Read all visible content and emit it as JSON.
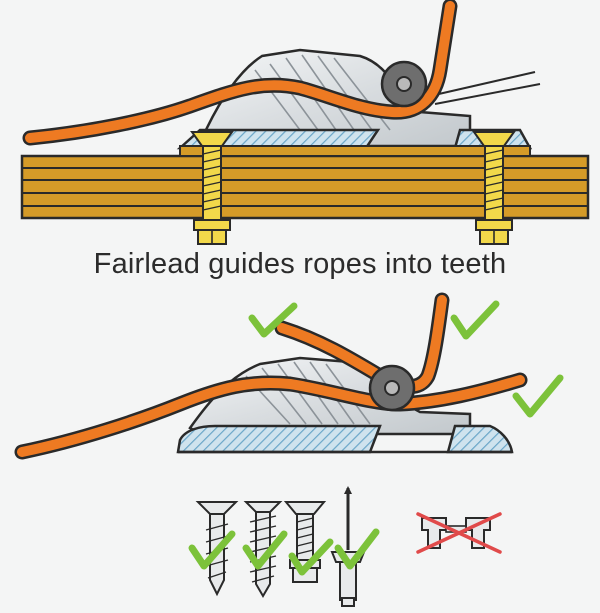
{
  "caption": "Fairlead guides ropes into teeth",
  "colors": {
    "background": "#f4f5f5",
    "rope": "#ee7a22",
    "wood": "#d59b28",
    "brass": "#e8c93b",
    "hatch": "#9cc6dc",
    "check": "#7cc23a",
    "cross": "#e04a4a",
    "outline": "#2a2a2a"
  },
  "icons": [
    "wood-screw-icon",
    "self-tapping-screw-icon",
    "machine-screw-with-nut-icon",
    "pop-rivet-icon",
    "bolt-through-icon",
    "checkmark-icon",
    "cross-icon"
  ],
  "fasteners": [
    {
      "name": "wood-screw",
      "ok": true
    },
    {
      "name": "self-tapping-screw",
      "ok": true
    },
    {
      "name": "machine-screw-with-nut",
      "ok": true
    },
    {
      "name": "pop-rivet",
      "ok": true
    },
    {
      "name": "bolt-through",
      "ok": false
    }
  ]
}
